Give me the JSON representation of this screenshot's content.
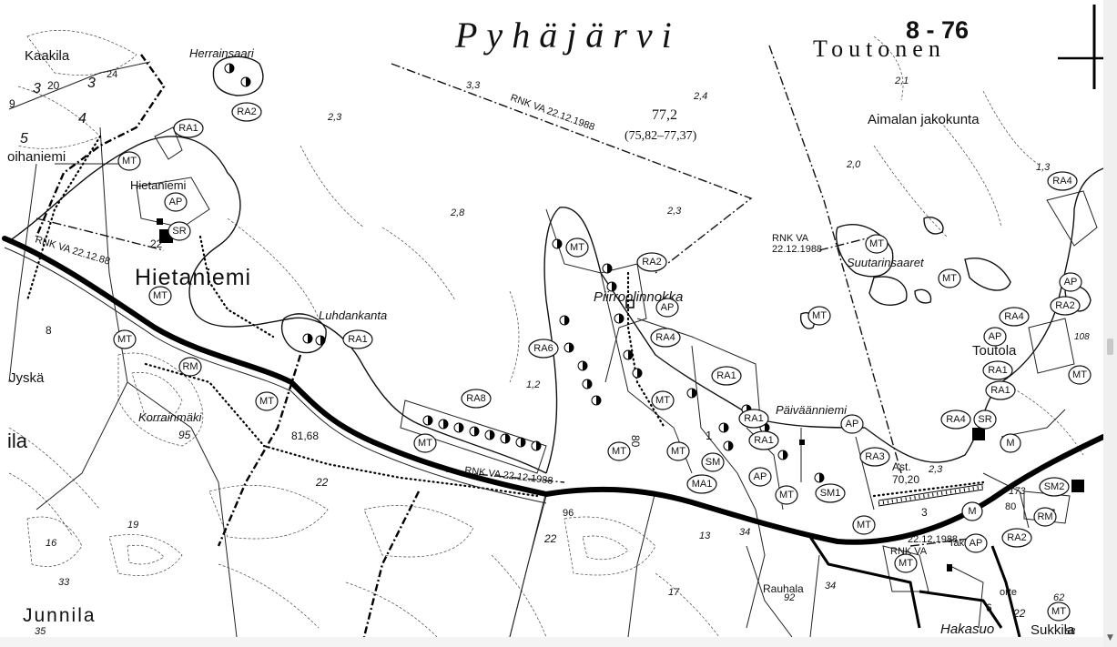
{
  "map": {
    "title": "Pyhäjärvi",
    "sheet_code": "8 - 76",
    "labels": {
      "toutonen": "Toutonen",
      "aimala": "Aimalan jakokunta",
      "kaakila": "Kaakila",
      "herrainsaari": "Herrainsaari",
      "hietaniemi_small": "Hietaniemi",
      "hietaniemi_big": "Hietaniemi",
      "oihaniemi": "oihaniemi",
      "luhdankanta": "Luhdankanta",
      "jyska": "Jyskä",
      "korrainmaki": "Korrainmäki",
      "ila": "ila",
      "junnila": "Junnila",
      "piirroolinnokka": "Piirroolinnokka",
      "paivaanniemi": "Päiväänniemi",
      "suutarinsaaret": "Suutarinsaaret",
      "toutola": "Toutola",
      "rauhala": "Rauhala",
      "hakasuo": "Hakasuo",
      "sukkila": "Sukkila",
      "orte": "orte",
      "takala": "Takala",
      "ast": "Ast.",
      "ast_val": "70,20"
    },
    "rnk": {
      "top": "RNK VA 22.12.1988",
      "left": "RNK VA 22.12.88",
      "mid": "RNK VA 22.12.1988",
      "right_1": "RNK VA",
      "right_2": "22.12.1988",
      "bottom_1": "22.12.1988",
      "bottom_2": "RNK VA"
    },
    "depths": {
      "d33": "3,3",
      "d24": "2,4",
      "d23a": "2,3",
      "d28": "2,8",
      "d23b": "2,3",
      "d21": "2,1",
      "d20": "2,0",
      "d13": "1,3",
      "d12": "1,2",
      "d23c": "2,3",
      "water_level": "77,2",
      "water_range": "(75,82–77,37)"
    },
    "numbers": {
      "n8168": "81,68",
      "n95": "95",
      "n22a": "22",
      "n22b": "22",
      "n22c": "22",
      "n20": "20",
      "n24": "24",
      "n3": "3",
      "n4": "4",
      "n5": "5",
      "n8": "8",
      "n9": "9",
      "n19": "19",
      "n16": "16",
      "n33": "33",
      "n35": "35",
      "n80": "80",
      "n96": "96",
      "n13": "13",
      "n34a": "34",
      "n34b": "34",
      "n92": "92",
      "n17": "17",
      "n6": "6",
      "n22d": "22",
      "n108": "108",
      "n62": "62",
      "n3b": "3",
      "n173": "173",
      "n80b": "80",
      "n1": "1",
      "n58": "58"
    },
    "zones": {
      "mt": "MT",
      "ap": "AP",
      "ra1": "RA1",
      "ra2": "RA2",
      "ra3": "RA3",
      "ra4": "RA4",
      "ra6": "RA6",
      "ra8": "RA8",
      "m": "M",
      "rm": "RM",
      "sm": "SM",
      "sm1": "SM1",
      "sm2": "SM2",
      "sr": "SR",
      "ma1": "MA1"
    }
  }
}
